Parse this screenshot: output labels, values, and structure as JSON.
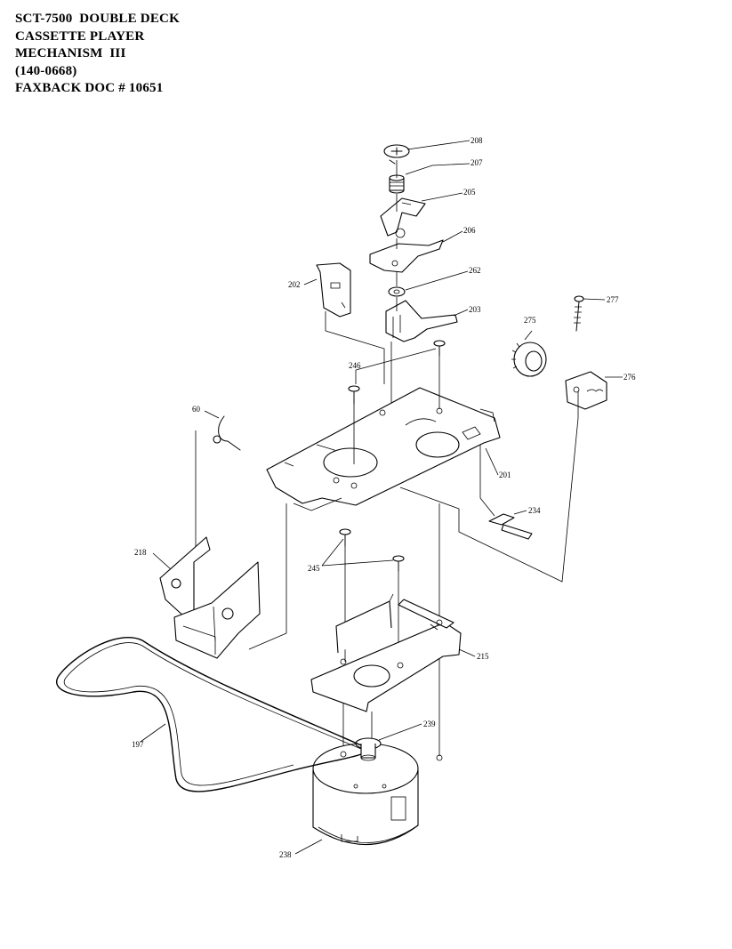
{
  "header": {
    "line1": "SCT-7500  DOUBLE DECK",
    "line2": "CASSETTE PLAYER",
    "line3": "MECHANISM  III",
    "line4": "(140-0668)",
    "line5": "FAXBACK DOC # 10651"
  },
  "callouts": {
    "c208": "208",
    "c207": "207",
    "c205": "205",
    "c206": "206",
    "c262": "262",
    "c202": "202",
    "c203": "203",
    "c277": "277",
    "c275": "275",
    "c276": "276",
    "c246": "246",
    "c60": "60",
    "c201": "201",
    "c234": "234",
    "c218": "218",
    "c245": "245",
    "c215": "215",
    "c197": "197",
    "c239": "239",
    "c238": "238"
  }
}
